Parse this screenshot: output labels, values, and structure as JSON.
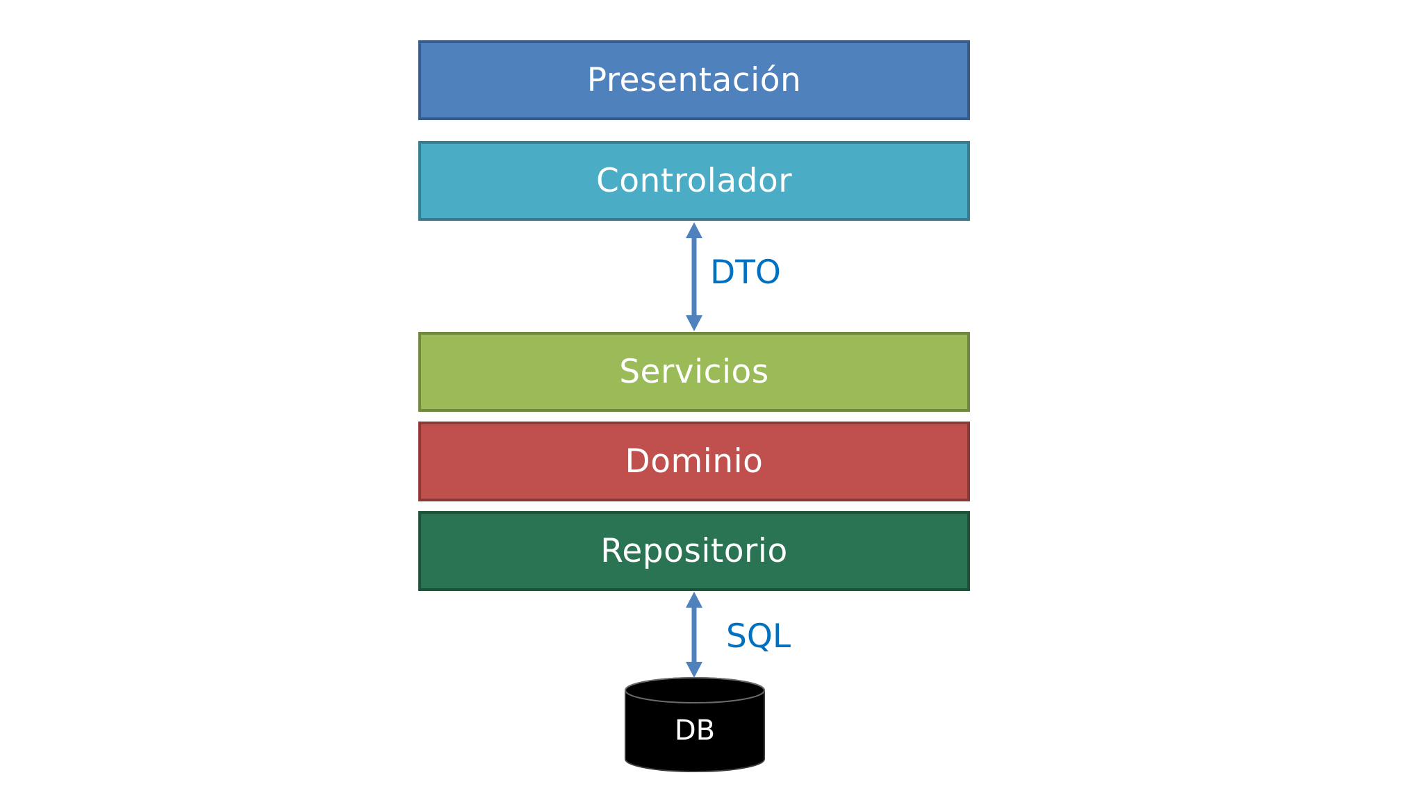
{
  "layers": [
    {
      "label": "Presentación",
      "color": "#4f81bd"
    },
    {
      "label": "Controlador",
      "color": "#4bacc6"
    },
    {
      "label": "Servicios",
      "color": "#9bbb59"
    },
    {
      "label": "Dominio",
      "color": "#c0504d"
    },
    {
      "label": "Repositorio",
      "color": "#2a7353"
    }
  ],
  "connectors": {
    "controlador_servicios": {
      "label": "DTO",
      "color": "#0070c0",
      "arrow_color": "#4f81bd",
      "direction": "bidirectional"
    },
    "repositorio_db": {
      "label": "SQL",
      "color": "#0070c0",
      "arrow_color": "#4f81bd",
      "direction": "bidirectional"
    }
  },
  "database": {
    "label": "DB",
    "shape": "cylinder",
    "color": "#000000"
  }
}
